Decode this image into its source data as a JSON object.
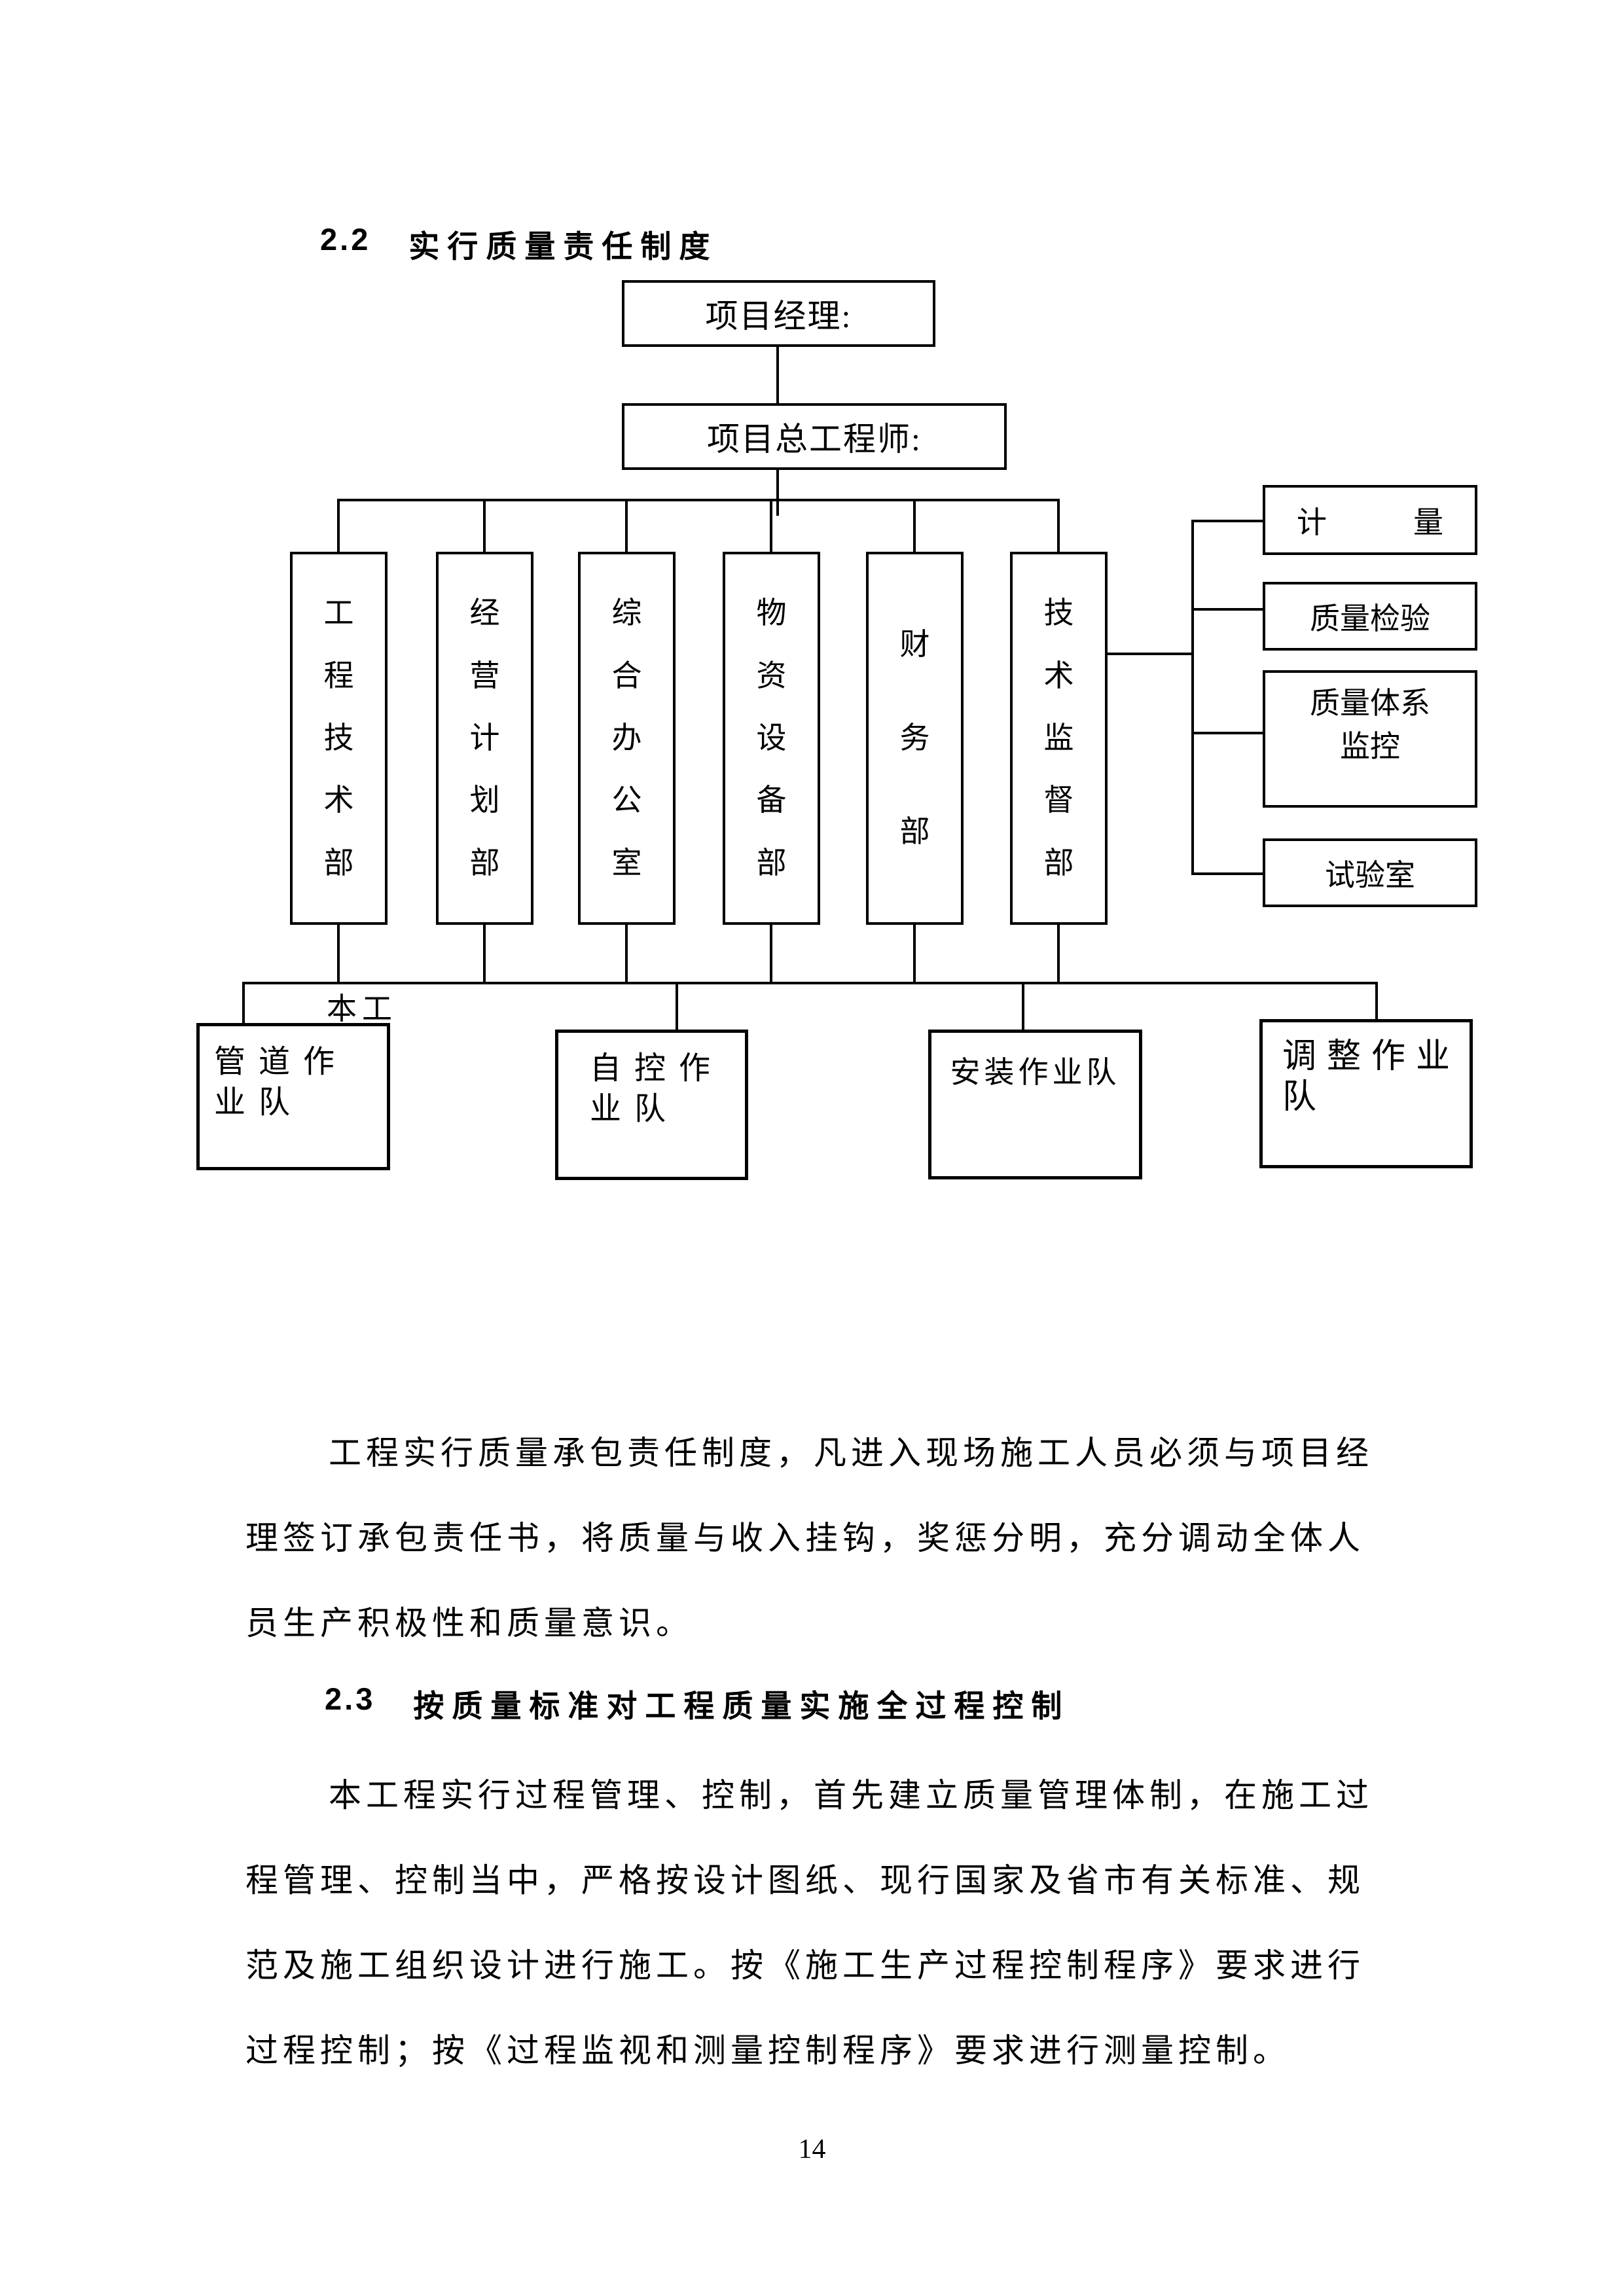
{
  "page": {
    "number": "14",
    "background": "#ffffff",
    "text_color": "#000000"
  },
  "sections": {
    "s22": {
      "number": "2.2",
      "title": "实行质量责任制度"
    },
    "s23": {
      "number": "2.3",
      "title": "按质量标准对工程质量实施全过程控制"
    }
  },
  "chart": {
    "project_manager": "项目经理:",
    "chief_engineer": "项目总工程师:",
    "departments": [
      "工程技术部",
      "经营计划部",
      "综合办公室",
      "物资设备部",
      "财务部",
      "技术监督部"
    ],
    "quality": {
      "measurement": "计量",
      "inspection": "质量检验",
      "system_monitoring_line1": "质量体系",
      "system_monitoring_line2": "监控",
      "laboratory": "试验室"
    },
    "teams": [
      {
        "name": "管道作业队",
        "lines": [
          "管道作",
          "业队"
        ]
      },
      {
        "name": "自控作业队",
        "lines": [
          "自控作",
          "业队"
        ]
      },
      {
        "name": "安装作业队",
        "lines": [
          "安装作业队"
        ]
      },
      {
        "name": "调整作业队",
        "lines": [
          "调整作业",
          "队"
        ]
      }
    ],
    "overlap_fragment": "本工"
  },
  "paragraphs": {
    "p22_lines": [
      "工程实行质量承包责任制度，凡进入现场施工人员必须与项目经",
      "理签订承包责任书，将质量与收入挂钩，奖惩分明，充分调动全体人",
      "员生产积极性和质量意识。"
    ],
    "p23_lines": [
      "本工程实行过程管理、控制，首先建立质量管理体制，在施工过",
      "程管理、控制当中，严格按设计图纸、现行国家及省市有关标准、规",
      "范及施工组织设计进行施工。按《施工生产过程控制程序》要求进行",
      "过程控制；按《过程监视和测量控制程序》要求进行测量控制。"
    ]
  }
}
